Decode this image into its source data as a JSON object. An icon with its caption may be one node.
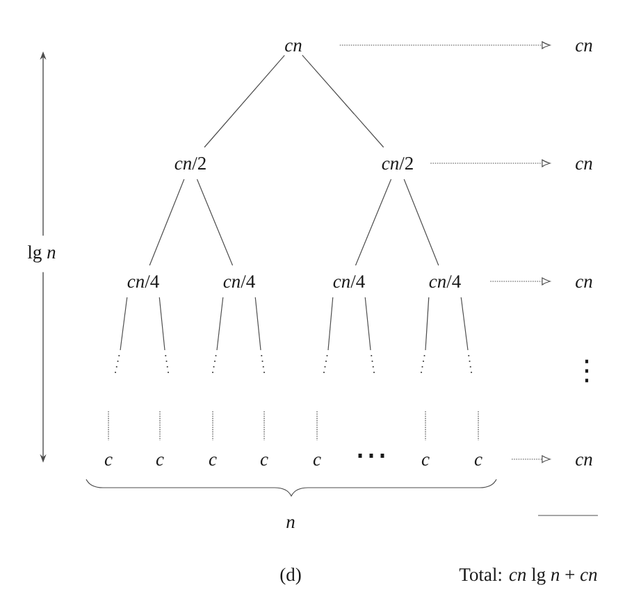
{
  "diagram": {
    "caption": "(d)",
    "nodes": [
      {
        "text": [
          "cn"
        ]
      },
      {
        "text": [
          "cn"
        ]
      },
      {
        "text": [
          "*cn*/2"
        ]
      },
      {
        "text": [
          "*cn*/2"
        ]
      },
      {
        "text": [
          "cn"
        ]
      },
      {
        "text": [
          "*cn*/4"
        ]
      },
      {
        "text": [
          "*cn*/4"
        ]
      },
      {
        "text": [
          "*cn*/4"
        ]
      },
      {
        "text": [
          "*cn*/4"
        ]
      },
      {
        "text": [
          "cn"
        ]
      },
      {
        "text": [
          "c"
        ]
      },
      {
        "text": [
          "c"
        ]
      },
      {
        "text": [
          "c"
        ]
      },
      {
        "text": [
          "c"
        ]
      },
      {
        "text": [
          "c"
        ]
      },
      {
        "text": [
          "c"
        ]
      },
      {
        "text": [
          "c"
        ]
      },
      {
        "text": [
          "cn"
        ]
      }
    ],
    "edges": [
      {
        "from": 0,
        "to": 2,
        "arrow": "none"
      },
      {
        "from": 0,
        "to": 3,
        "arrow": "none"
      },
      {
        "from": 2,
        "to": 5,
        "arrow": "none"
      },
      {
        "from": 2,
        "to": 6,
        "arrow": "none"
      },
      {
        "from": 3,
        "to": 7,
        "arrow": "none"
      },
      {
        "from": 3,
        "to": 8,
        "arrow": "none"
      },
      {
        "from": 5,
        "to": null,
        "arrow": "none"
      },
      {
        "from": 5,
        "to": null,
        "arrow": "none"
      },
      {
        "from": 6,
        "to": null,
        "arrow": "none"
      },
      {
        "from": 6,
        "to": null,
        "arrow": "none"
      },
      {
        "from": 7,
        "to": null,
        "arrow": "none"
      },
      {
        "from": 7,
        "to": null,
        "arrow": "none"
      },
      {
        "from": 8,
        "to": null,
        "arrow": "none"
      },
      {
        "from": 8,
        "to": null,
        "arrow": "none"
      },
      {
        "from": null,
        "to": 10,
        "arrow": "none",
        "style": "dashed"
      },
      {
        "from": null,
        "to": 11,
        "arrow": "none",
        "style": "dashed"
      },
      {
        "from": null,
        "to": 12,
        "arrow": "none",
        "style": "dashed"
      },
      {
        "from": null,
        "to": 13,
        "arrow": "none",
        "style": "dashed"
      },
      {
        "from": null,
        "to": 14,
        "arrow": "none",
        "style": "dashed"
      },
      {
        "from": null,
        "to": 15,
        "arrow": "none",
        "style": "dashed"
      },
      {
        "from": null,
        "to": 16,
        "arrow": "none",
        "style": "dashed"
      },
      {
        "from": 0,
        "to": 1,
        "arrow": "to",
        "style": "dashed"
      },
      {
        "from": 3,
        "to": 4,
        "arrow": "to",
        "style": "dashed"
      },
      {
        "from": 8,
        "to": 9,
        "arrow": "to",
        "style": "dashed"
      },
      {
        "from": 16,
        "to": 17,
        "arrow": "to",
        "style": "dashed"
      }
    ],
    "labels": [
      "lg *n*",
      "⋮",
      "⋯",
      "n",
      "Total: *cn* lg *n* + *cn*"
    ]
  }
}
